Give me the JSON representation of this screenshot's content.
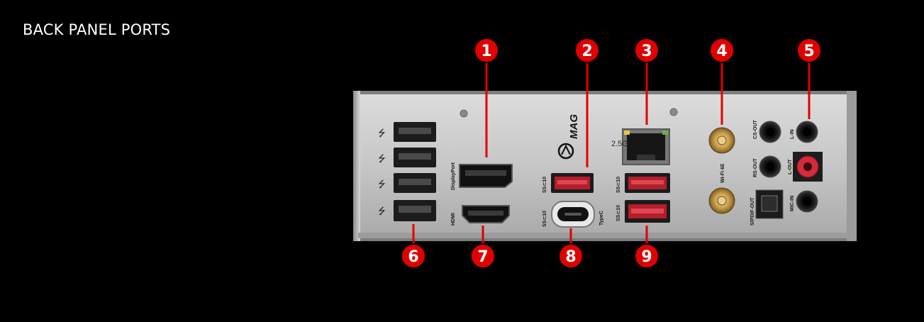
{
  "page": {
    "title": "BACK PANEL PORTS"
  },
  "callouts": [
    "1",
    "2",
    "3",
    "4",
    "5",
    "6",
    "7",
    "8",
    "9"
  ],
  "panel_labels": {
    "brand": "MAG",
    "displayport": "DisplayPort",
    "hdmi": "HDMI",
    "lan_speed": "2.5G",
    "typec": "TypeC",
    "usb_ss_1": "SS⊂10",
    "usb_ss_2": "SS⊂10",
    "usb_ss_3": "SS⊂10",
    "usb_ss_4": "SS⊂10",
    "wifi": "Wi-Fi 6E",
    "cs_out": "CS-OUT",
    "rs_out": "RS-OUT",
    "spdif_out": "S/PDIF-OUT",
    "line_in": "L-IN",
    "line_out": "L-OUT",
    "mic_in": "MIC-IN"
  },
  "colors": {
    "background": "#000000",
    "callout": "#e10000",
    "panel": "#c9c9c9",
    "port_red": "#c0202a"
  },
  "icons": [
    "usb-icon",
    "usb-icon",
    "usb-icon",
    "usb-icon"
  ]
}
